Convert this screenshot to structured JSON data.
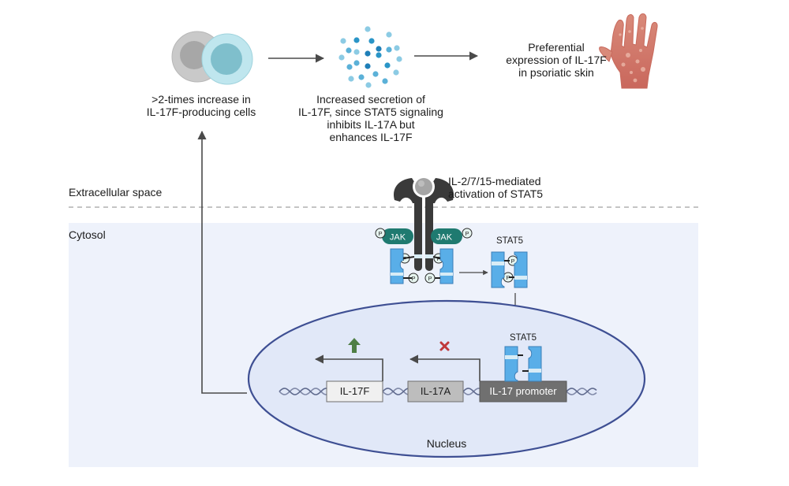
{
  "regions": {
    "extracellular": "Extracellular space",
    "cytosol": "Cytosol",
    "nucleus": "Nucleus"
  },
  "top_flow": {
    "cells_caption_line1": ">2-times increase in",
    "cells_caption_line2": "IL-17F-producing cells",
    "secretion_caption_line1": "Increased secretion of",
    "secretion_caption_line2": "IL-17F, since STAT5 signaling",
    "secretion_caption_line3": "inhibits IL-17A but",
    "secretion_caption_line4": "enhances IL-17F",
    "skin_caption_line1": "Preferential",
    "skin_caption_line2": "expression of IL-17F",
    "skin_caption_line3": "in psoriatic skin"
  },
  "receptor": {
    "caption_line1": "IL-2/7/15-mediated",
    "caption_line2": "activation of STAT5",
    "jak_label": "JAK",
    "phospho_label": "P"
  },
  "stat5": {
    "label_cytosol": "STAT5",
    "label_nucleus": "STAT5"
  },
  "genes": {
    "il17f": "IL-17F",
    "il17a": "IL-17A",
    "promoter": "IL-17 promoter",
    "il17f_effect": "up-regulated",
    "il17a_effect": "inhibited"
  },
  "colors": {
    "cytosol_bg": "#eef2fb",
    "nucleus_fill": "#e1e8f8",
    "nucleus_stroke": "#3e4f93",
    "stat_blue": "#59aee8",
    "jak_teal": "#1f7a70",
    "receptor_dark": "#3a3a3a",
    "up_arrow_green": "#4f7f45",
    "inhibit_red": "#c0393b",
    "arrow_gray": "#4a4a4a"
  }
}
